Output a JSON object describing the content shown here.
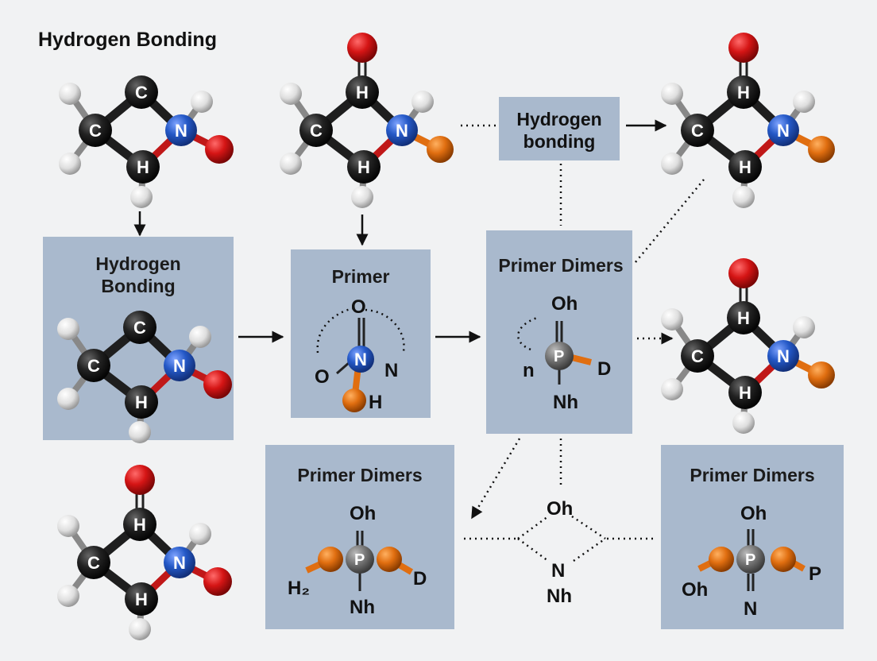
{
  "title": "Hydrogen Bonding",
  "panels": {
    "hydrogen_bonding_panel": {
      "title_line1": "Hydrogen",
      "title_line2": "Bonding"
    },
    "primer": {
      "title": "Primer",
      "top_o": "O",
      "left_o": "O",
      "n_atom": "N",
      "right_n": "N",
      "h": "H"
    },
    "dimers_center": {
      "title": "Primer Dimers",
      "top": "Oh",
      "left": "n",
      "p_atom": "P",
      "right": "D",
      "bottom": "Nh"
    },
    "dimers_bottom_left": {
      "title": "Primer Dimers",
      "top": "Oh",
      "p_atom": "P",
      "left": "H₂",
      "right": "D",
      "bottom": "Nh"
    },
    "dimers_bottom_right": {
      "title": "Primer Dimers",
      "top": "Oh",
      "p_atom": "P",
      "left": "Oh",
      "right": "P",
      "bottom": "N"
    }
  },
  "hbond_box": {
    "line1": "Hydrogen",
    "line2": "bonding"
  },
  "loose_labels": {
    "mid_o": "Oh",
    "mid_n": "N",
    "mid_nh": "Nh"
  },
  "atoms": {
    "carbon": "C",
    "nitrogen": "N",
    "hydrogen": "H",
    "phosphorus": "P"
  },
  "colors": {
    "carbon": "#1e1e1e",
    "nitrogen": "#2458c6",
    "oxygen": "#d51515",
    "hydrogen": "#e6e6e6",
    "orange": "#e06e10",
    "phosphorus": "#7c7c7c",
    "panel": "#a9b9cd",
    "background": "#f1f2f3"
  }
}
